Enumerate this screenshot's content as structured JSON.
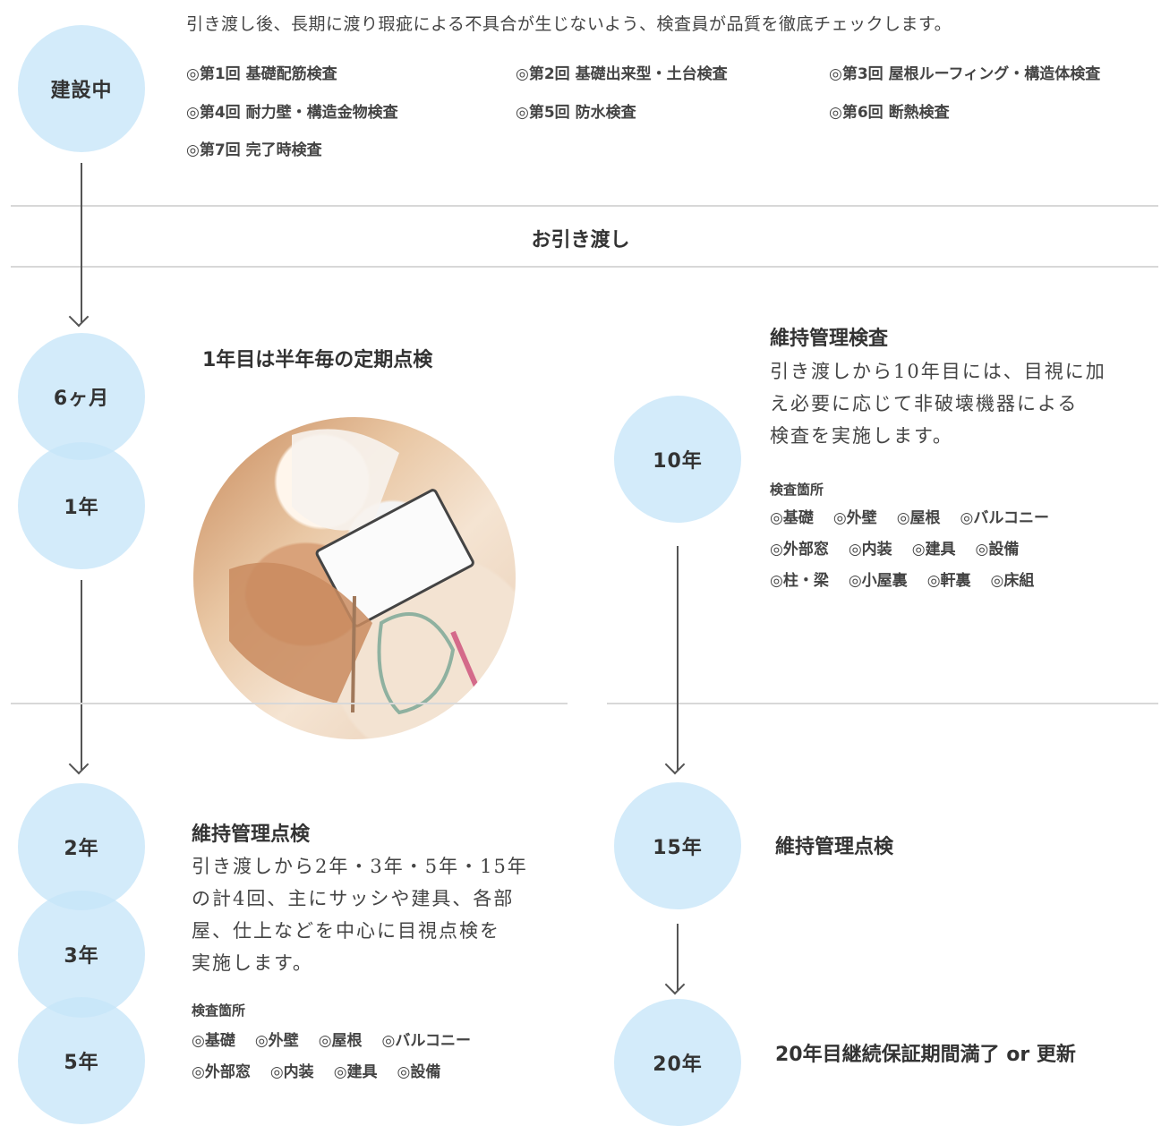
{
  "construction": {
    "circle_label": "建設中",
    "intro": "引き渡し後、長期に渡り瑕疵による不具合が生じないよう、検査員が品質を徹底チェックします。",
    "inspections": [
      "◎第1回 基礎配筋検査",
      "◎第2回 基礎出来型・土台検査",
      "◎第3回 屋根ルーフィング・構造体検査",
      "◎第4回 耐力壁・構造金物検査",
      "◎第5回 防水検査",
      "◎第6回 断熱検査",
      "◎第7回 完了時検査"
    ]
  },
  "handover": {
    "label": "お引き渡し"
  },
  "first_year": {
    "circles": [
      "6ヶ月",
      "1年"
    ],
    "heading": "1年目は半年毎の定期点検"
  },
  "year10": {
    "circle_label": "10年",
    "heading": "維持管理検査",
    "text_lines": [
      "引き渡しから10年目には、目視に加",
      "え必要に応じて非破壊機器による",
      "検査を実施します。"
    ],
    "places_label": "検査箇所",
    "places_rows": [
      [
        "◎基礎",
        "◎外壁",
        "◎屋根",
        "◎バルコニー"
      ],
      [
        "◎外部窓",
        "◎内装",
        "◎建具",
        "◎設備"
      ],
      [
        "◎柱・梁",
        "◎小屋裏",
        "◎軒裏",
        "◎床組"
      ]
    ]
  },
  "maintenance": {
    "circles": [
      "2年",
      "3年",
      "5年"
    ],
    "heading": "維持管理点検",
    "text_lines": [
      "引き渡しから2年・3年・5年・15年",
      "の計4回、主にサッシや建具、各部",
      "屋、仕上などを中心に目視点検を",
      "実施します。"
    ],
    "places_label": "検査箇所",
    "places_rows": [
      [
        "◎基礎",
        "◎外壁",
        "◎屋根",
        "◎バルコニー"
      ],
      [
        "◎外部窓",
        "◎内装",
        "◎建具",
        "◎設備"
      ]
    ]
  },
  "year15": {
    "circle_label": "15年",
    "heading": "維持管理点検"
  },
  "year20": {
    "circle_label": "20年",
    "heading": "20年目継続保証期間満了 or 更新"
  }
}
